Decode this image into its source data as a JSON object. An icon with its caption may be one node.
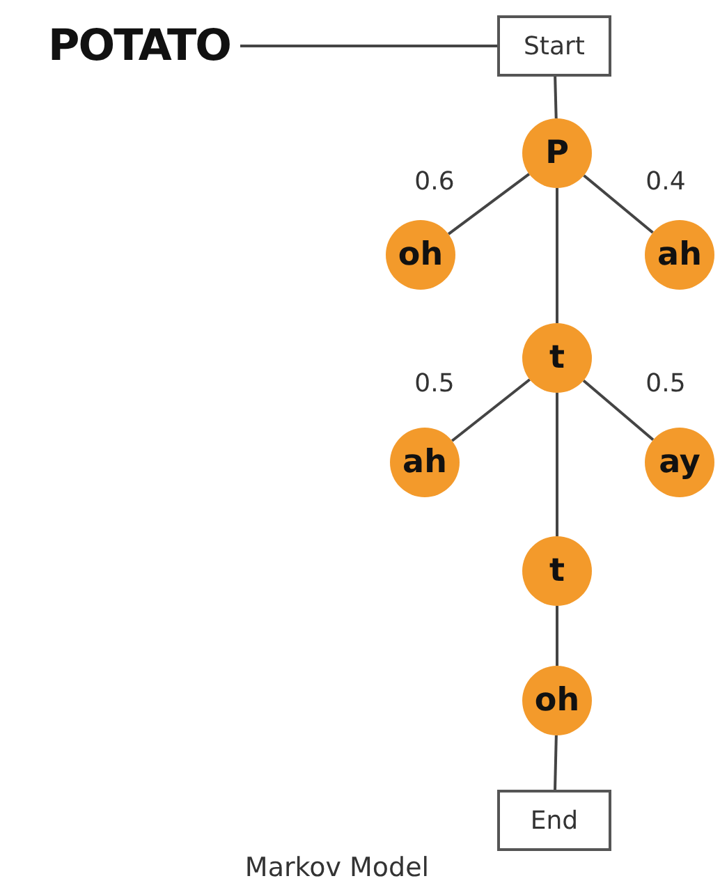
{
  "diagram": {
    "caption": "Markov Model",
    "nodes": [
      {
        "text": [
          "POTATO"
        ]
      },
      {
        "text": [
          "Start"
        ]
      },
      {
        "text": [
          "P"
        ]
      },
      {
        "text": [
          "oh"
        ]
      },
      {
        "text": [
          "ah"
        ]
      },
      {
        "text": [
          "t"
        ]
      },
      {
        "text": [
          "ah"
        ]
      },
      {
        "text": [
          "ay"
        ]
      },
      {
        "text": [
          "t"
        ]
      },
      {
        "text": [
          "oh"
        ]
      },
      {
        "text": [
          "End"
        ]
      }
    ],
    "edges": [
      {
        "from": 0,
        "to": 1,
        "arrow": "none"
      },
      {
        "from": 1,
        "to": 2,
        "arrow": "none"
      },
      {
        "from": 2,
        "to": 3,
        "arrow": "none",
        "label": "0.6"
      },
      {
        "from": 2,
        "to": 4,
        "arrow": "none",
        "label": "0.4"
      },
      {
        "from": 2,
        "to": 5,
        "arrow": "none"
      },
      {
        "from": 5,
        "to": 6,
        "arrow": "none",
        "label": "0.5"
      },
      {
        "from": 5,
        "to": 7,
        "arrow": "none",
        "label": "0.5"
      },
      {
        "from": 5,
        "to": 8,
        "arrow": "none"
      },
      {
        "from": 8,
        "to": 9,
        "arrow": "none"
      },
      {
        "from": 9,
        "to": 10,
        "arrow": "none"
      }
    ]
  }
}
